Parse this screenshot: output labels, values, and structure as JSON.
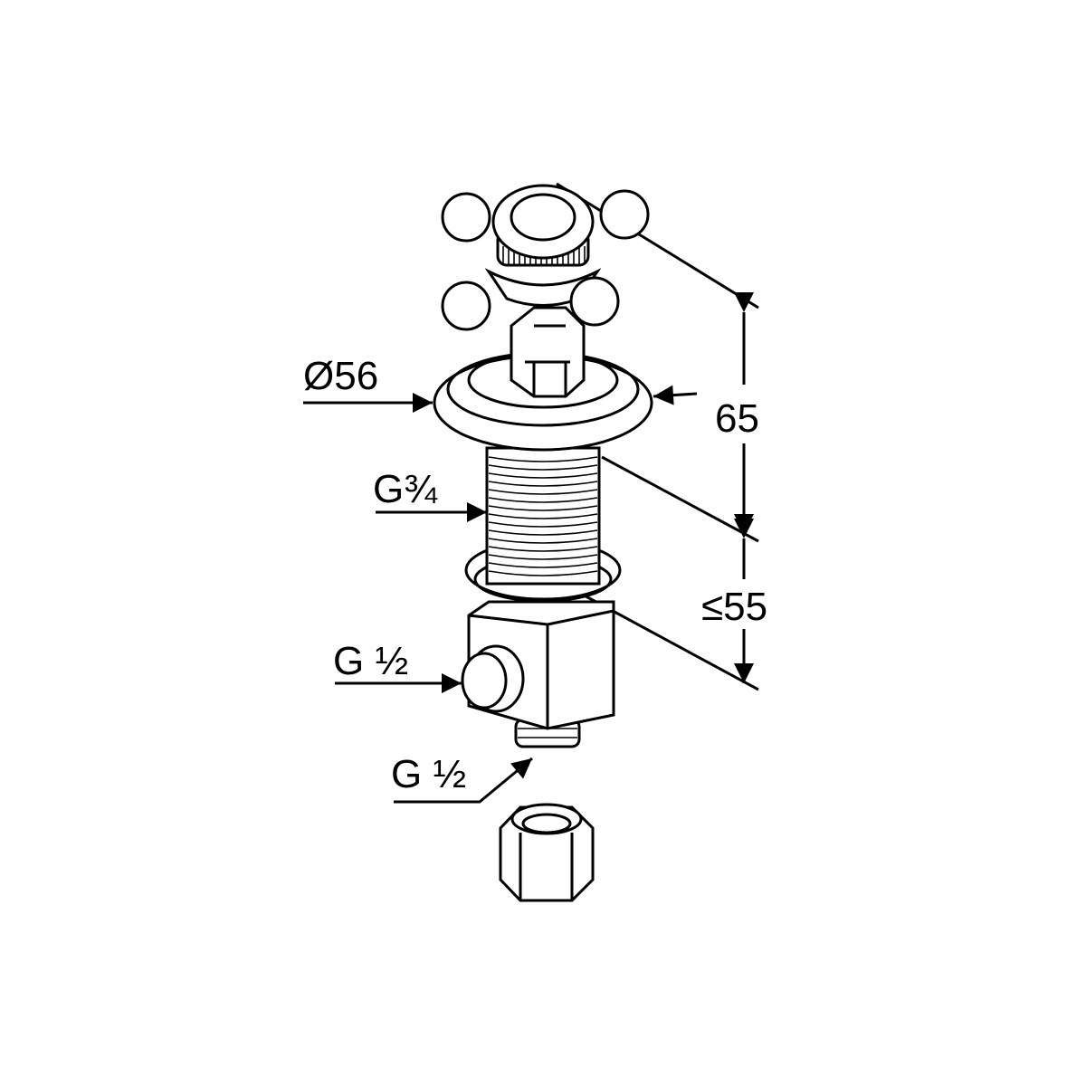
{
  "title": "Valve dimension drawing",
  "labels": {
    "diameter": "Ø56",
    "height": "65",
    "shank_thread": "G¾",
    "shank_length": "≤55",
    "side_outlet": "G ½",
    "bottom_outlet": "G ½"
  }
}
